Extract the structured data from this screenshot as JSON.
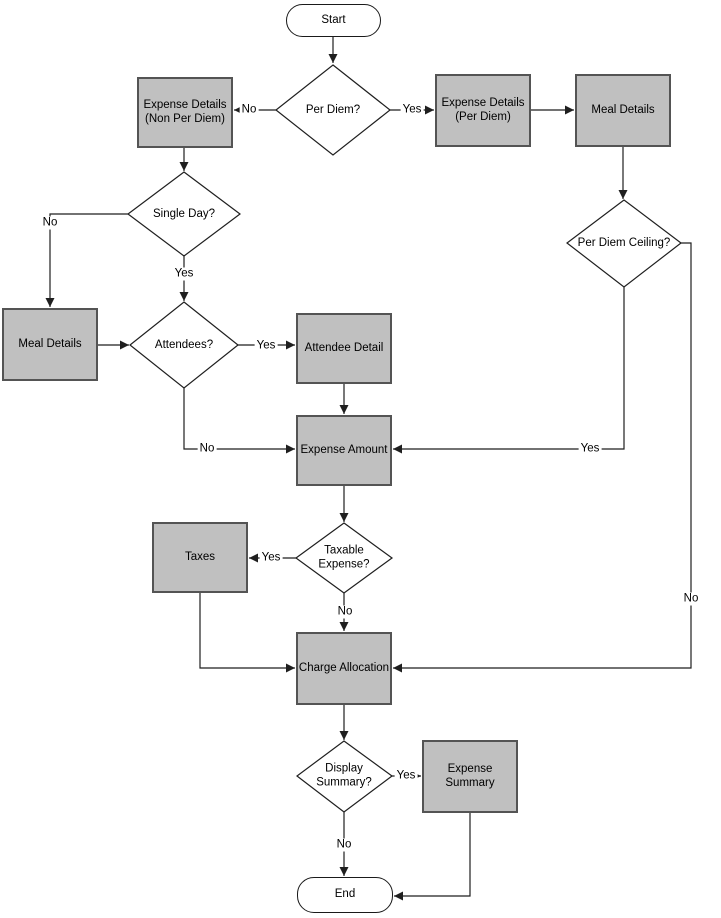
{
  "diagram": {
    "type": "flowchart",
    "colors": {
      "background": "#ffffff",
      "process_fill": "#c0c0c0",
      "process_border": "#545454",
      "terminator_fill": "#ffffff",
      "decision_fill": "#ffffff",
      "line": "#1f1f1f",
      "text": "#000000"
    }
  },
  "nodes": {
    "start": {
      "shape": "terminator",
      "label": "Start"
    },
    "per_diem": {
      "shape": "decision",
      "label": "Per Diem?"
    },
    "expense_details_non_per_diem": {
      "shape": "process",
      "label": "Expense Details (Non Per Diem)"
    },
    "single_day": {
      "shape": "decision",
      "label": "Single Day?"
    },
    "meal_details_non_per_diem": {
      "shape": "process",
      "label": "Meal Details"
    },
    "attendees": {
      "shape": "decision",
      "label": "Attendees?"
    },
    "attendee_detail": {
      "shape": "process",
      "label": "Attendee Detail"
    },
    "expense_amount": {
      "shape": "process",
      "label": "Expense Amount"
    },
    "expense_details_per_diem": {
      "shape": "process",
      "label": "Expense Details (Per Diem)"
    },
    "meal_details_per_diem": {
      "shape": "process",
      "label": "Meal Details"
    },
    "per_diem_ceiling": {
      "shape": "decision",
      "label": "Per Diem Ceiling?"
    },
    "taxes": {
      "shape": "process",
      "label": "Taxes"
    },
    "taxable_expense": {
      "shape": "decision",
      "label": "Taxable Expense?"
    },
    "charge_allocation": {
      "shape": "process",
      "label": "Charge Allocation"
    },
    "display_summary": {
      "shape": "decision",
      "label": "Display Summary?"
    },
    "expense_summary": {
      "shape": "process",
      "label": "Expense Summary"
    },
    "end": {
      "shape": "terminator",
      "label": "End"
    }
  },
  "edges": [
    {
      "from": "start",
      "to": "per_diem",
      "label": ""
    },
    {
      "from": "per_diem",
      "to": "expense_details_non_per_diem",
      "label": "No"
    },
    {
      "from": "per_diem",
      "to": "expense_details_per_diem",
      "label": "Yes"
    },
    {
      "from": "expense_details_per_diem",
      "to": "meal_details_per_diem",
      "label": ""
    },
    {
      "from": "expense_details_non_per_diem",
      "to": "single_day",
      "label": ""
    },
    {
      "from": "single_day",
      "to": "meal_details_non_per_diem",
      "label": "No"
    },
    {
      "from": "single_day",
      "to": "attendees",
      "label": "Yes"
    },
    {
      "from": "meal_details_non_per_diem",
      "to": "attendees",
      "label": ""
    },
    {
      "from": "attendees",
      "to": "attendee_detail",
      "label": "Yes"
    },
    {
      "from": "attendee_detail",
      "to": "expense_amount",
      "label": ""
    },
    {
      "from": "attendees",
      "to": "expense_amount",
      "label": "No"
    },
    {
      "from": "meal_details_per_diem",
      "to": "per_diem_ceiling",
      "label": ""
    },
    {
      "from": "per_diem_ceiling",
      "to": "expense_amount",
      "label": "Yes"
    },
    {
      "from": "per_diem_ceiling",
      "to": "charge_allocation",
      "label": "No"
    },
    {
      "from": "expense_amount",
      "to": "taxable_expense",
      "label": ""
    },
    {
      "from": "taxable_expense",
      "to": "taxes",
      "label": "Yes"
    },
    {
      "from": "taxable_expense",
      "to": "charge_allocation",
      "label": "No"
    },
    {
      "from": "taxes",
      "to": "charge_allocation",
      "label": ""
    },
    {
      "from": "charge_allocation",
      "to": "display_summary",
      "label": ""
    },
    {
      "from": "display_summary",
      "to": "expense_summary",
      "label": "Yes"
    },
    {
      "from": "display_summary",
      "to": "end",
      "label": "No"
    },
    {
      "from": "expense_summary",
      "to": "end",
      "label": ""
    }
  ]
}
